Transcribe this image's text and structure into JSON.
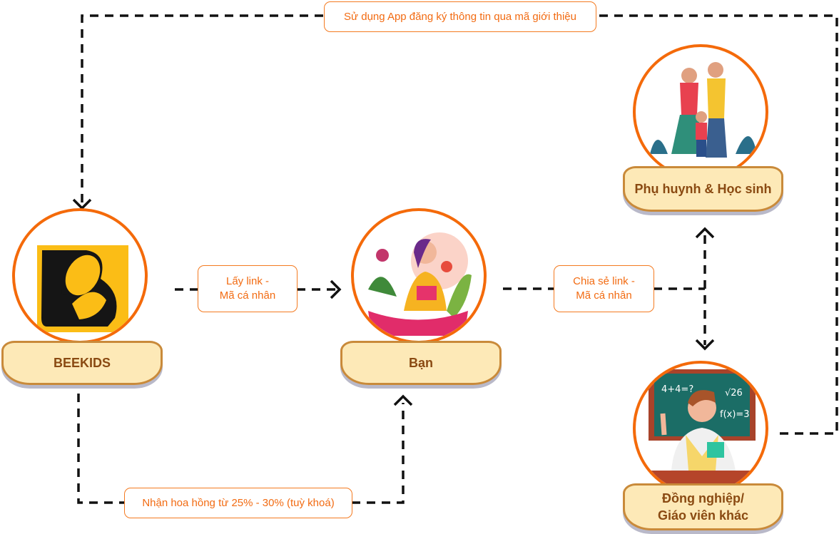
{
  "nodes": {
    "beekids": {
      "label": "BEEKIDS"
    },
    "ban": {
      "label": "Bạn"
    },
    "parents": {
      "label": "Phụ huynh & Học sinh"
    },
    "colleagues": {
      "line1": "Đồng nghiệp/",
      "line2": "Giáo viên khác"
    }
  },
  "edges": {
    "register": "Sử dụng App đăng ký thông tin qua mã giới thiệu",
    "get_link": {
      "line1": "Lấy link -",
      "line2": "Mã cá nhân"
    },
    "share_link": {
      "line1": "Chia sẻ link -",
      "line2": "Mã cá nhân"
    },
    "commission": "Nhận hoa hồng từ 25% - 30% (tuỳ khoá)"
  },
  "board_text": {
    "eq1": "4+4=?",
    "eq2": "√26",
    "eq3": "f(x)=3"
  },
  "colors": {
    "accent": "#f46a0a",
    "pedestal": "#fde9b7",
    "text": "#8a4a12"
  }
}
